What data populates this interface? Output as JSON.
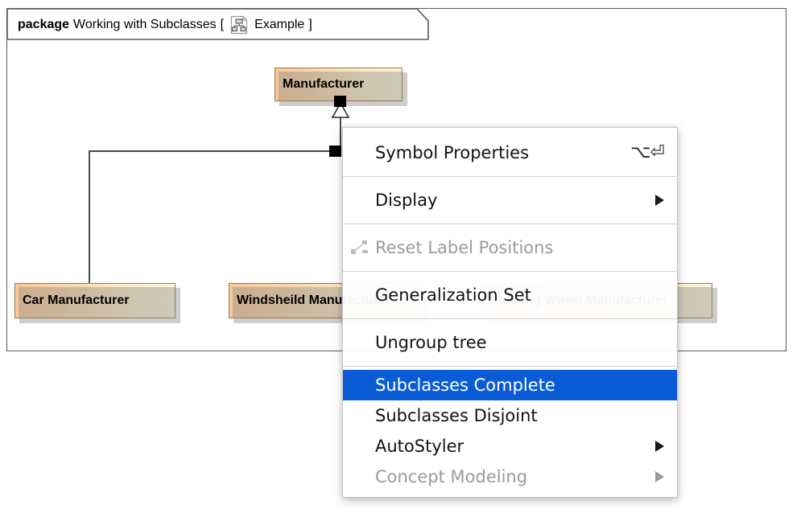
{
  "diagram": {
    "package": {
      "keyword": "package",
      "name": "Working with Subclasses",
      "bracket_open": "[",
      "bracket_close": "]",
      "diagram_label": "Example",
      "icon": "package-tree-icon"
    },
    "classes": [
      {
        "name": "Manufacturer",
        "role": "superclass"
      },
      {
        "name": "Car Manufacturer",
        "role": "subclass"
      },
      {
        "name": "Windsheild Manufacturer",
        "role": "subclass"
      },
      {
        "name": "Steering Wheel Manufacturer",
        "role": "subclass"
      }
    ],
    "relationship": "generalization-tree",
    "colors": {
      "box_fill_start": "#f6c89b",
      "box_fill_end": "#fbf4dc",
      "box_border": "#9a7a4a",
      "frame_border": "#5a5a5a",
      "edge": "#4b4b4b"
    }
  },
  "context_menu": {
    "accent": "#0a5cd6",
    "items": [
      {
        "id": "symbol-properties",
        "label": "Symbol Properties",
        "shortcut": "⌥⏎",
        "state": "enabled",
        "submenu": false
      },
      {
        "id": "separator-1",
        "type": "separator"
      },
      {
        "id": "display",
        "label": "Display",
        "shortcut": "",
        "state": "enabled",
        "submenu": true
      },
      {
        "id": "separator-2",
        "type": "separator"
      },
      {
        "id": "reset-label-positions",
        "label": "Reset Label Positions",
        "shortcut": "",
        "state": "disabled",
        "submenu": false,
        "icon": "reset-label-positions-icon"
      },
      {
        "id": "separator-3",
        "type": "separator"
      },
      {
        "id": "generalization-set",
        "label": "Generalization Set",
        "shortcut": "",
        "state": "enabled",
        "submenu": false
      },
      {
        "id": "separator-4",
        "type": "separator"
      },
      {
        "id": "ungroup-tree",
        "label": "Ungroup tree",
        "shortcut": "",
        "state": "enabled",
        "submenu": false
      },
      {
        "id": "separator-5",
        "type": "separator"
      },
      {
        "id": "subclasses-complete",
        "label": "Subclasses Complete",
        "shortcut": "",
        "state": "selected",
        "submenu": false
      },
      {
        "id": "subclasses-disjoint",
        "label": "Subclasses Disjoint",
        "shortcut": "",
        "state": "enabled",
        "submenu": false
      },
      {
        "id": "autostyler",
        "label": "AutoStyler",
        "shortcut": "",
        "state": "enabled",
        "submenu": true
      },
      {
        "id": "concept-modeling",
        "label": "Concept Modeling",
        "shortcut": "",
        "state": "disabled",
        "submenu": true
      }
    ]
  }
}
